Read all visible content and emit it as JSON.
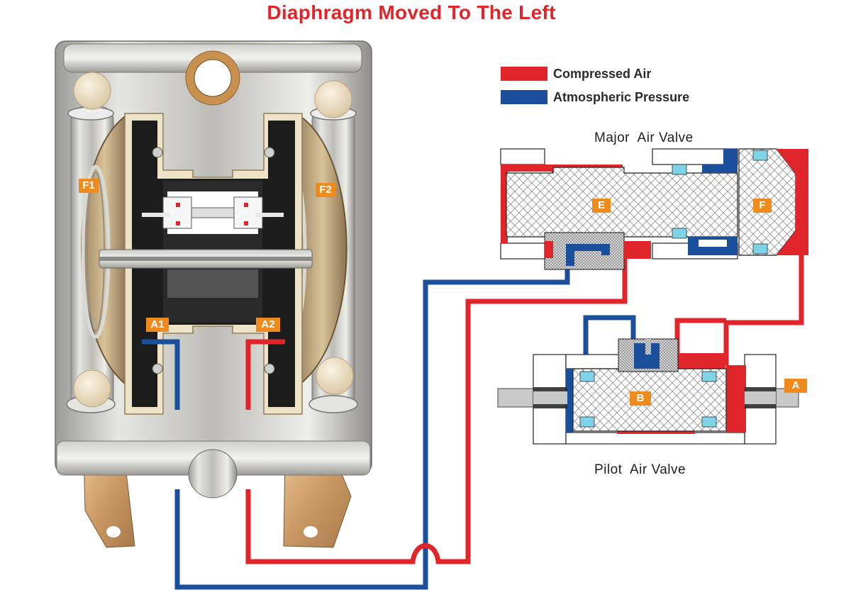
{
  "title": "Diaphragm Moved To The Left",
  "legend": [
    {
      "label": "Compressed Air",
      "color": "#e0252b"
    },
    {
      "label": "Atmospheric Pressure",
      "color": "#1b4f9c"
    }
  ],
  "labels": {
    "major_air_valve": "Major  Air Valve",
    "pilot_air_valve": "Pilot  Air Valve"
  },
  "tags": {
    "f1": "F1",
    "f2": "F2",
    "a1": "A1",
    "a2": "A2",
    "e": "E",
    "f": "F",
    "b": "B",
    "a": "A"
  },
  "colors": {
    "compressed": "#e0252b",
    "atmospheric": "#1b4f9c",
    "tag": "#ef8a1d",
    "seal": "#7fd3e6"
  }
}
